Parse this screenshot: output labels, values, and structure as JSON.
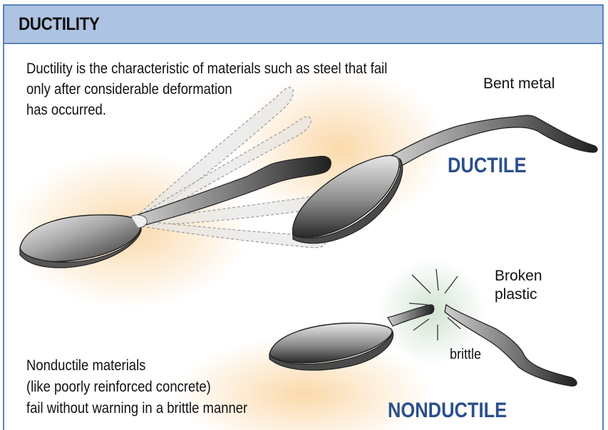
{
  "header": {
    "title": "DUCTILITY"
  },
  "intro": {
    "lines": [
      "Ductility is the characteristic of materials such as steel that fail",
      "only after considerable deformation",
      "has occurred."
    ]
  },
  "ductile": {
    "label": "Bent metal",
    "heading": "DUCTILE"
  },
  "nonductile": {
    "label_lines": [
      "Broken",
      "plastic"
    ],
    "brittle": "brittle",
    "heading": "NONDUCTILE",
    "caption_lines": [
      "Nonductile materials",
      "(like poorly reinforced concrete)",
      "fail without warning in a brittle manner"
    ]
  },
  "colors": {
    "header_bg": "#adc3e2",
    "border": "#5b82b8",
    "heading": "#2b4f8c"
  }
}
